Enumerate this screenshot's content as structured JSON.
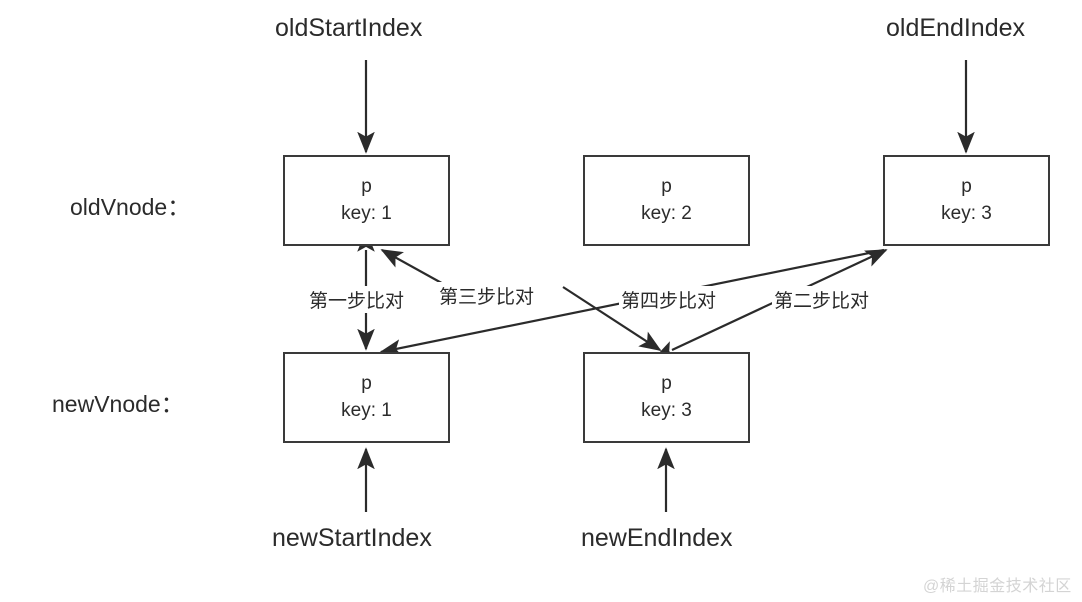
{
  "diagram": {
    "title": "Vue diff algorithm double-ended comparison",
    "colors": {
      "stroke": "#3a3a3a",
      "text": "#2b2b2b",
      "background": "#ffffff",
      "watermark": "#d4d4d4"
    }
  },
  "row_labels": {
    "old": "oldVnode：",
    "new": "newVnode："
  },
  "pointers": {
    "old_start": "oldStartIndex",
    "old_end": "oldEndIndex",
    "new_start": "newStartIndex",
    "new_end": "newEndIndex"
  },
  "old_vnodes": [
    {
      "tag": "p",
      "key": "key: 1"
    },
    {
      "tag": "p",
      "key": "key: 2"
    },
    {
      "tag": "p",
      "key": "key: 3"
    }
  ],
  "new_vnodes": [
    {
      "tag": "p",
      "key": "key: 1"
    },
    {
      "tag": "p",
      "key": "key: 3"
    }
  ],
  "steps": [
    {
      "label": "第一步比对"
    },
    {
      "label": "第三步比对"
    },
    {
      "label": "第四步比对"
    },
    {
      "label": "第二步比对"
    }
  ],
  "watermark": "@稀土掘金技术社区"
}
